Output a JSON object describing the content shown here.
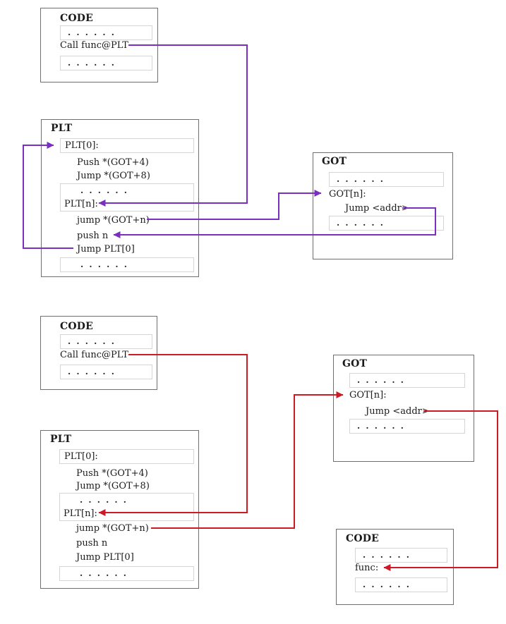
{
  "colors": {
    "first-call-arrow": "#7a2ec2",
    "later-call-arrow": "#cc1b24",
    "box-border": "#6f6f6f",
    "row-border": "#d5d5d5",
    "text": "#1b1b1b"
  },
  "first_call": {
    "code": {
      "title": "CODE",
      "dots_top": ". . . . . .",
      "call": "Call func@PLT",
      "dots_bottom": ". . . . . ."
    },
    "plt": {
      "title": "PLT",
      "plt0": "PLT[0]:",
      "push_got4": "Push *(GOT+4)",
      "jump_got8": "Jump *(GOT+8)",
      "dots_mid": ". . . . . .",
      "pltn": "PLT[n]:",
      "jump_gotn": "jump *(GOT+n)",
      "push_n": "push n",
      "jump_plt0": "Jump PLT[0]",
      "dots_bottom": ". . . . . ."
    },
    "got": {
      "title": "GOT",
      "dots_top": ". . . . . .",
      "gotn": "GOT[n]:",
      "jump_addr": "Jump <addr>",
      "dots_bottom": ". . . . . ."
    }
  },
  "later_call": {
    "code": {
      "title": "CODE",
      "dots_top": ". . . . . .",
      "call": "Call func@PLT",
      "dots_bottom": ". . . . . ."
    },
    "plt": {
      "title": "PLT",
      "plt0": "PLT[0]:",
      "push_got4": "Push *(GOT+4)",
      "jump_got8": "Jump *(GOT+8)",
      "dots_mid": ". . . . . .",
      "pltn": "PLT[n]:",
      "jump_gotn": "jump *(GOT+n)",
      "push_n": "push n",
      "jump_plt0": "Jump PLT[0]",
      "dots_bottom": ". . . . . ."
    },
    "got": {
      "title": "GOT",
      "dots_top": ". . . . . .",
      "gotn": "GOT[n]:",
      "jump_addr": "Jump <addr>",
      "dots_bottom": ". . . . . ."
    },
    "func_code": {
      "title": "CODE",
      "dots_top": ". . . . . .",
      "func_label": "func:",
      "dots_bottom": ". . . . . ."
    }
  }
}
